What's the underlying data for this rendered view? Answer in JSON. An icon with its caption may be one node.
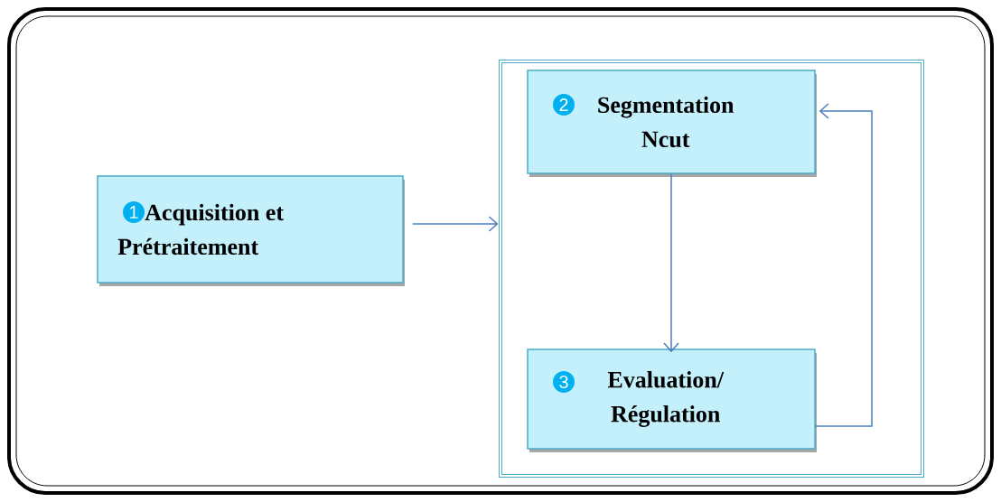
{
  "diagram": {
    "nodes": [
      {
        "text": [
          "1",
          "Acquisition et Prétraitement"
        ]
      },
      {
        "text": [],
        "shape": "box"
      },
      {
        "text": [
          "2",
          "Segmentation Ncut"
        ],
        "in": 1
      },
      {
        "text": [
          "3",
          "Evaluation/ Régulation"
        ],
        "in": 1
      }
    ],
    "edges": [
      {
        "from": 0,
        "to": 1,
        "arrow": "to"
      },
      {
        "from": 2,
        "to": 3,
        "arrow": "to"
      },
      {
        "from": 3,
        "to": 2,
        "arrow": "to"
      }
    ]
  }
}
